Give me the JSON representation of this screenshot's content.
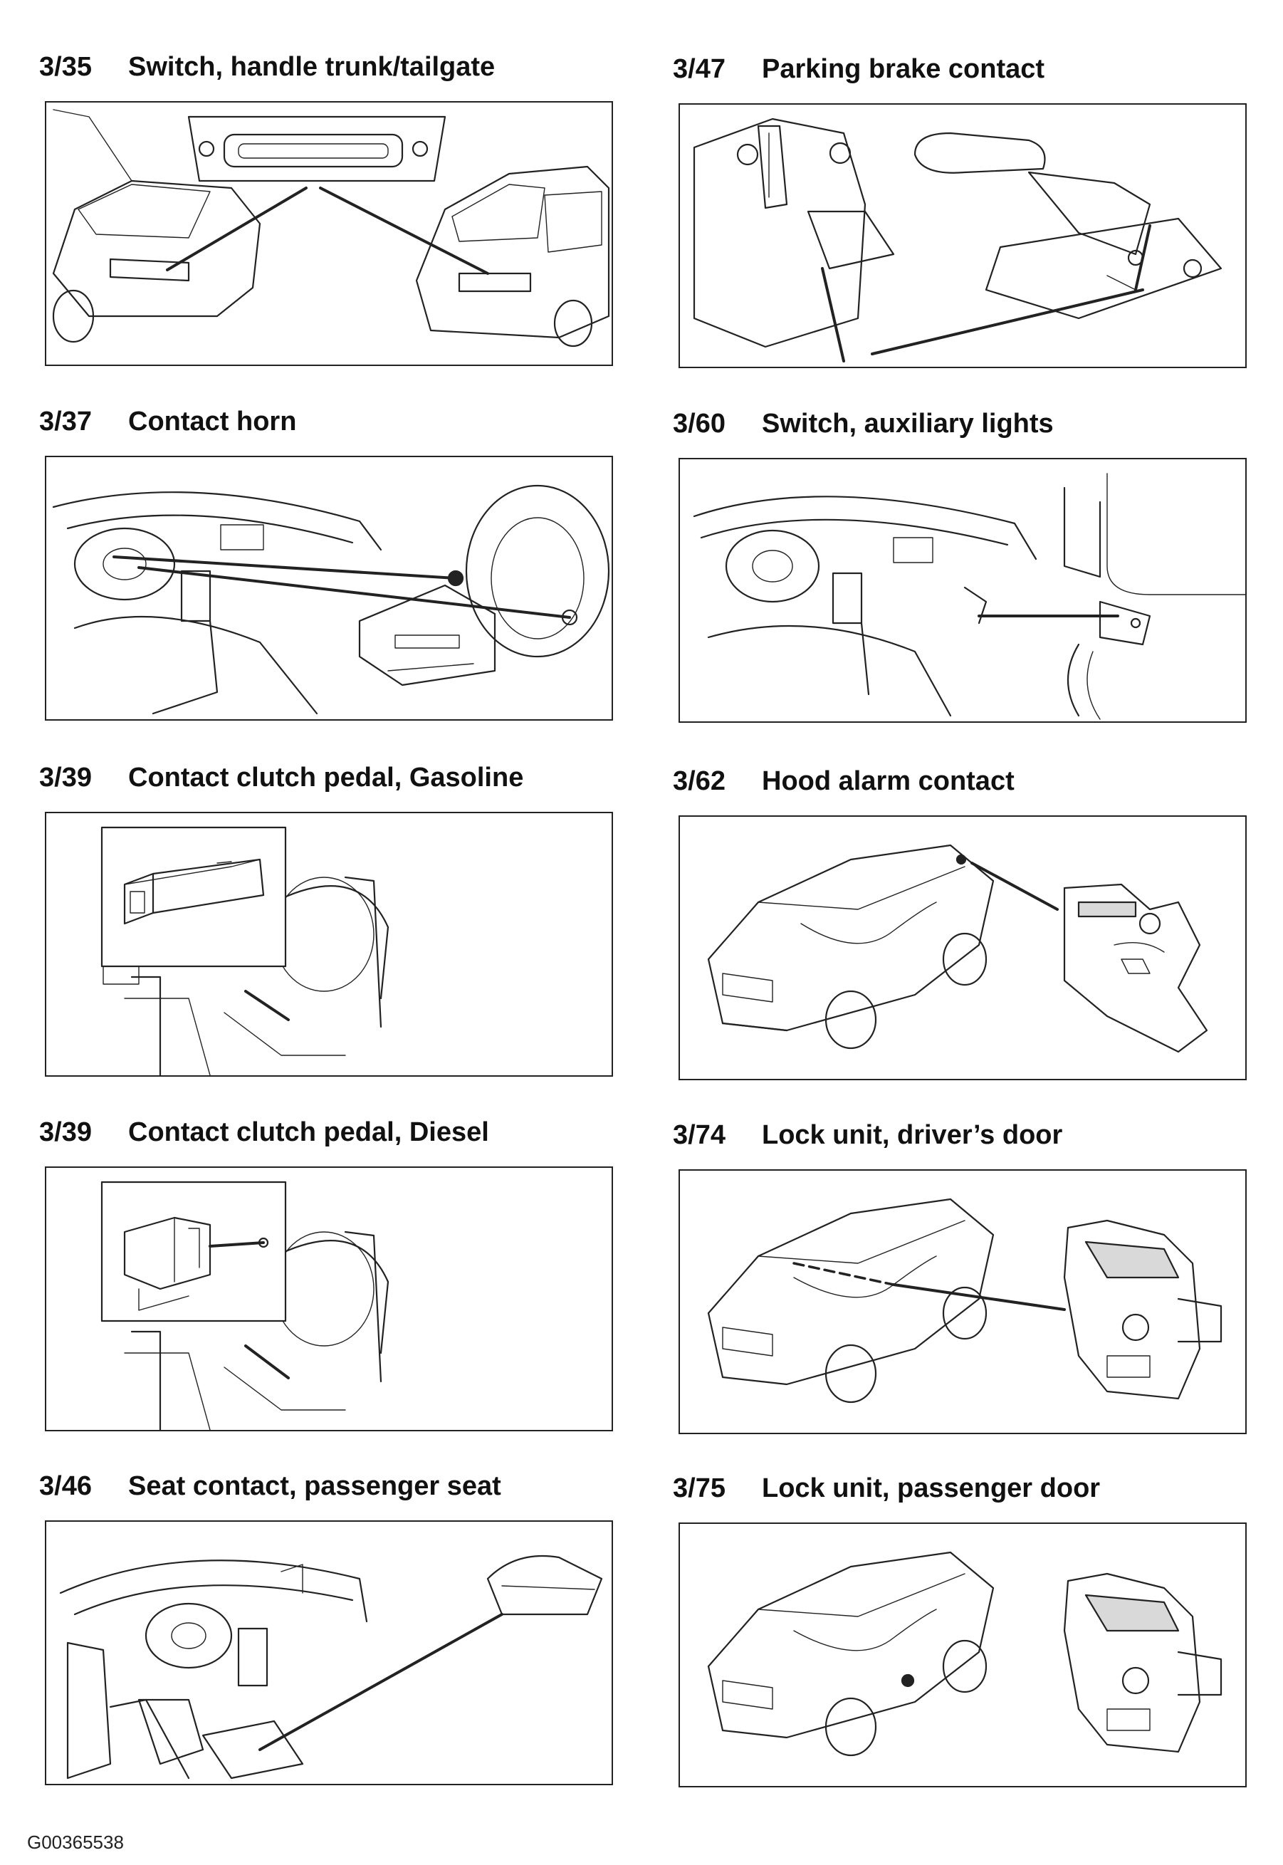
{
  "panels": [
    {
      "code": "3/35",
      "title": "Switch, handle trunk/tailgate"
    },
    {
      "code": "3/47",
      "title": "Parking brake contact"
    },
    {
      "code": "3/37",
      "title": "Contact horn"
    },
    {
      "code": "3/60",
      "title": "Switch, auxiliary lights"
    },
    {
      "code": "3/39",
      "title": "Contact clutch pedal, Gasoline"
    },
    {
      "code": "3/62",
      "title": "Hood alarm contact"
    },
    {
      "code": "3/39",
      "title": "Contact clutch pedal, Diesel"
    },
    {
      "code": "3/74",
      "title": "Lock unit, driver’s door"
    },
    {
      "code": "3/46",
      "title": "Seat contact, passenger seat"
    },
    {
      "code": "3/75",
      "title": "Lock unit, passenger door"
    }
  ],
  "footer": {
    "ref": "G00365538"
  }
}
